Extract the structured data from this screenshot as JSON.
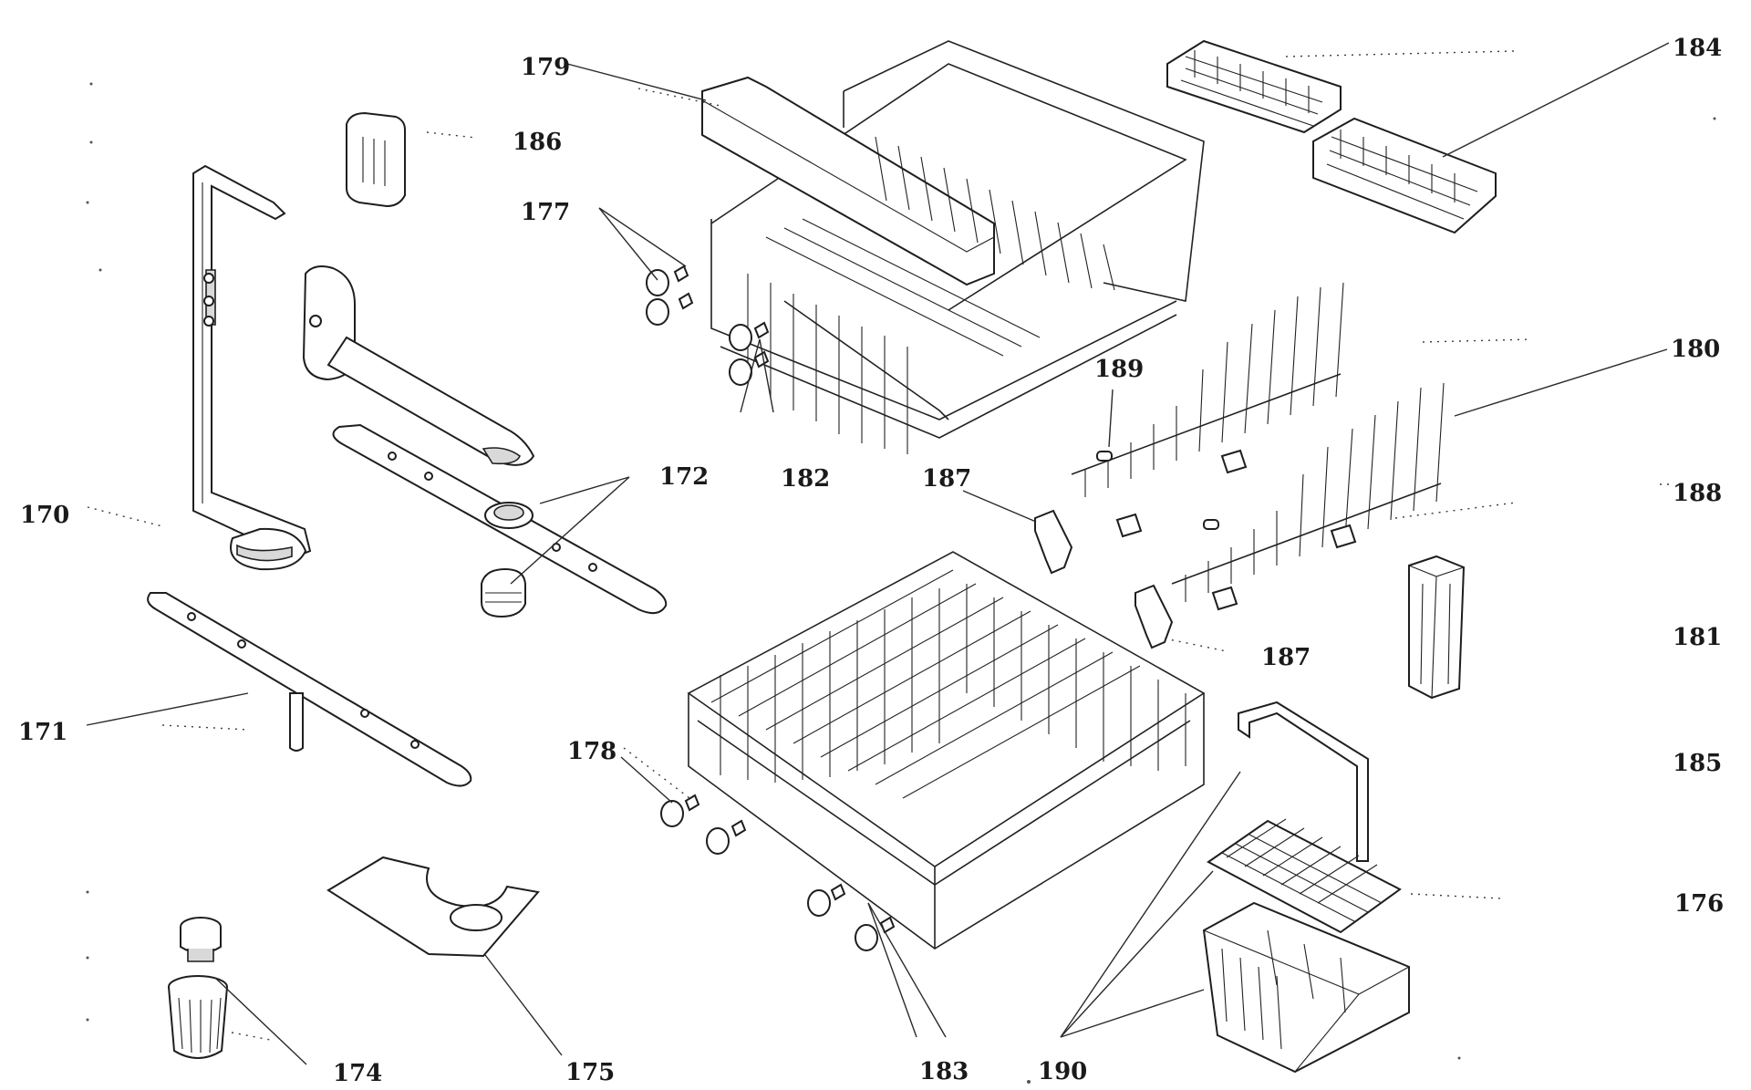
{
  "callouts": {
    "c170": "170",
    "c171": "171",
    "c172": "172",
    "c174": "174",
    "c175": "175",
    "c176": "176",
    "c177": "177",
    "c178": "178",
    "c179": "179",
    "c180": "180",
    "c181": "181",
    "c182": "182",
    "c183": "183",
    "c184": "184",
    "c185": "185",
    "c186": "186",
    "c187a": "187",
    "c187b": "187",
    "c188": "188",
    "c189": "189",
    "c190": "190"
  }
}
